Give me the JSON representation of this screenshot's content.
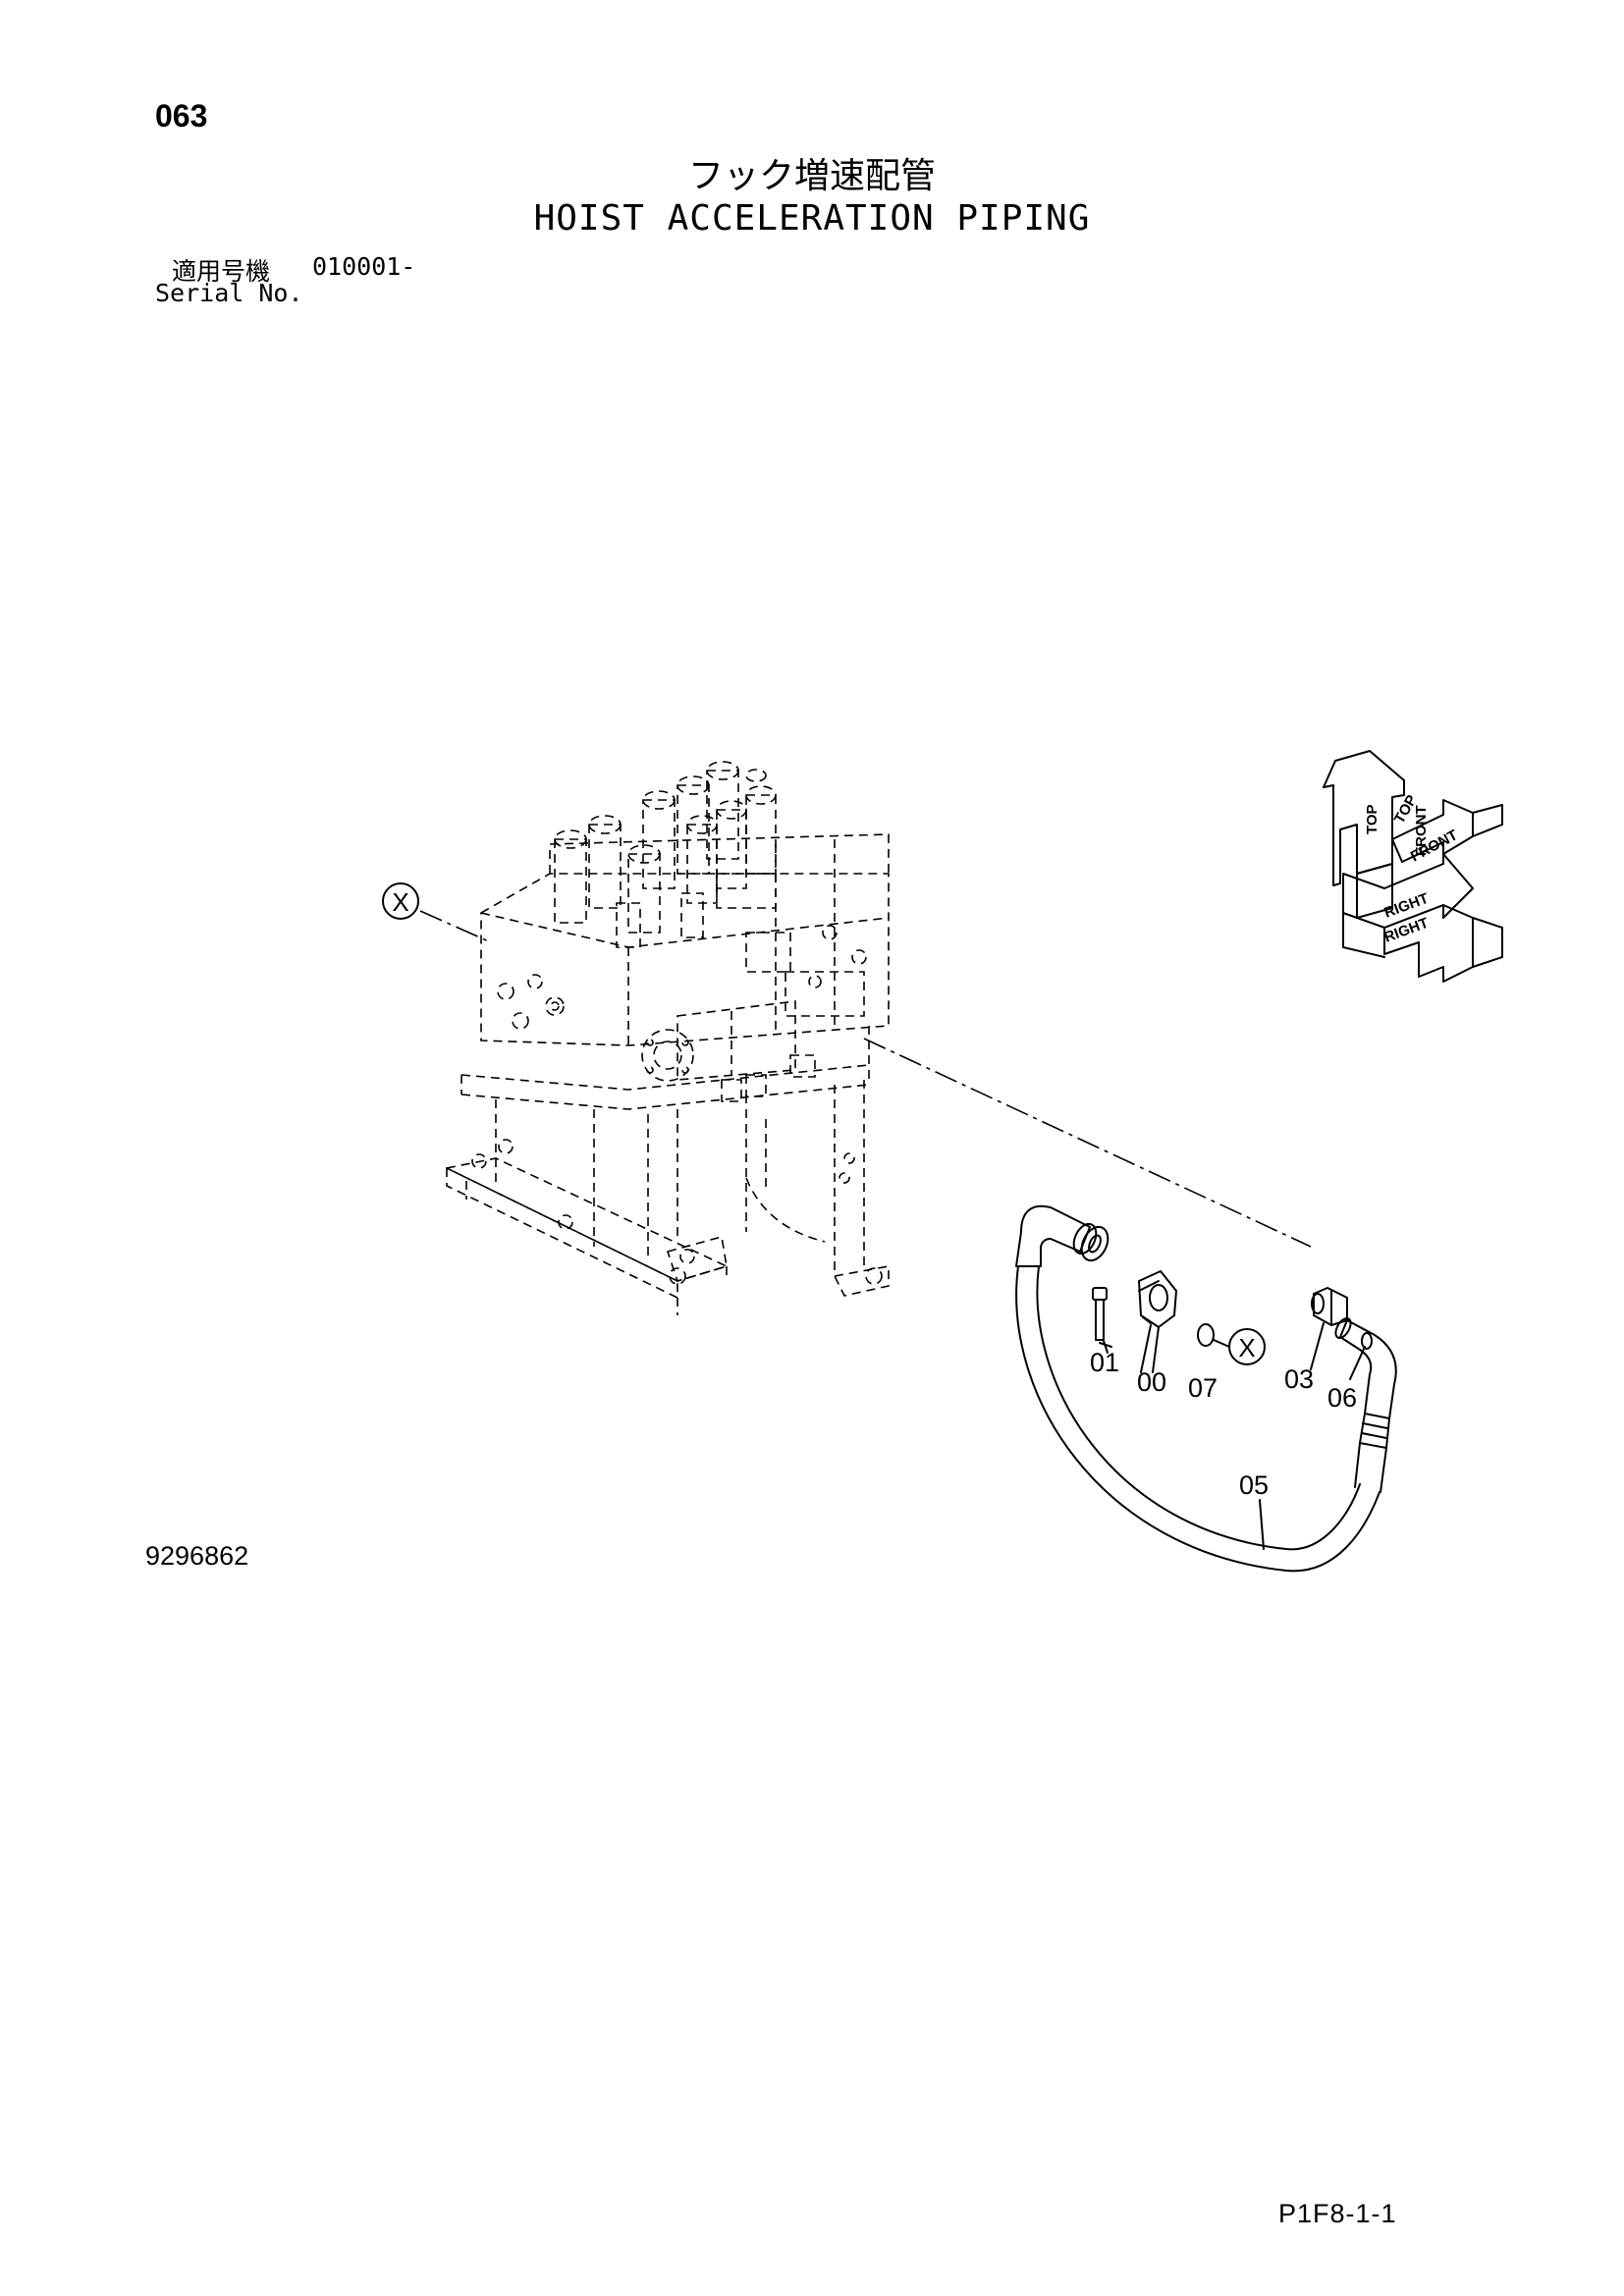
{
  "header": {
    "page_number": "063",
    "title_ja": "フック増速配管",
    "title_en": "HOIST ACCELERATION PIPING",
    "serial_label_ja": "適用号機",
    "serial_range": "010001-",
    "serial_label_en": "Serial No."
  },
  "figure": {
    "figure_number": "9296862",
    "view_marker": "X",
    "direction_labels": {
      "top": "TOP",
      "front": "FRONT",
      "right": "RIGHT"
    },
    "callouts": [
      {
        "id": "01",
        "label": "01"
      },
      {
        "id": "00",
        "label": "00"
      },
      {
        "id": "07",
        "label": "07"
      },
      {
        "id": "03",
        "label": "03"
      },
      {
        "id": "06",
        "label": "06"
      },
      {
        "id": "05",
        "label": "05"
      }
    ]
  },
  "footer": {
    "sheet_code": "P1F8-1-1"
  }
}
